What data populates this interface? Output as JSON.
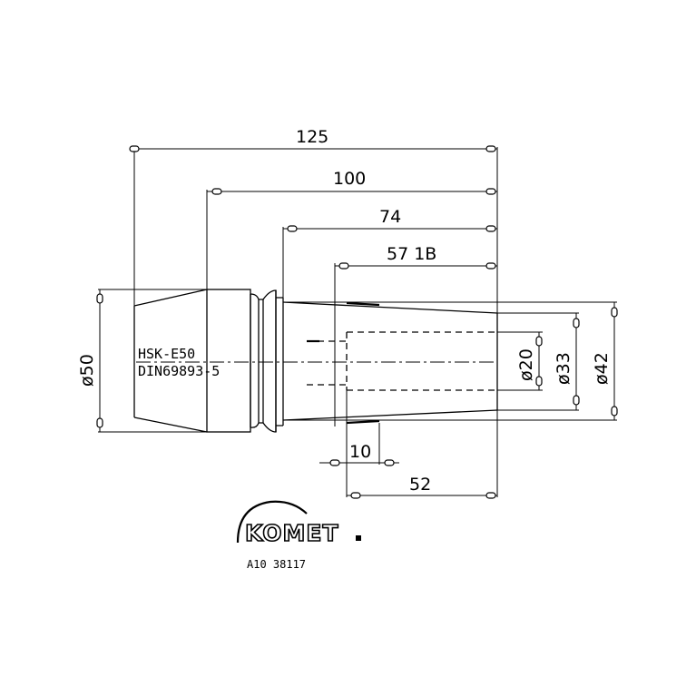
{
  "dimensions": {
    "overall_length": "125",
    "length_100": "100",
    "length_74": "74",
    "length_57": "57 1B",
    "bore_offset": "10",
    "bore_depth": "52",
    "dia_flange": "ø50",
    "dia_bore": "ø20",
    "dia_33": "ø33",
    "dia_42": "ø42"
  },
  "spec": {
    "interface": "HSK-E50",
    "standard": "DIN69893-5"
  },
  "brand": {
    "logo_text": "KOMET"
  },
  "part_number": "A10 38117"
}
